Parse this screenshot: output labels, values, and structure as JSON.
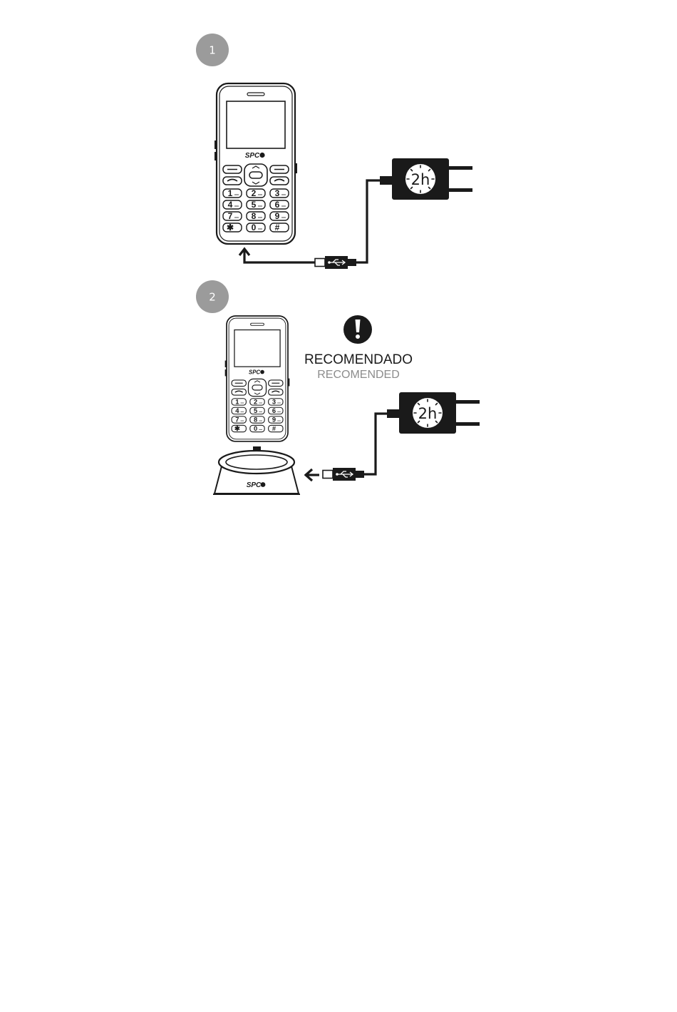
{
  "steps": [
    {
      "number": "1"
    },
    {
      "number": "2"
    }
  ],
  "phone": {
    "brand": "SPC",
    "keys": [
      "1",
      "2",
      "3",
      "4",
      "5",
      "6",
      "7",
      "8",
      "9",
      "✱",
      "0",
      "#"
    ]
  },
  "charger": {
    "duration": "2h"
  },
  "cradle": {
    "brand": "SPC"
  },
  "notice": {
    "icon": "exclamation-icon",
    "label_primary": "RECOMENDADO",
    "label_secondary": "RECOMENDED"
  },
  "colors": {
    "ink": "#1a1a1a",
    "badge": "#9b9b9b",
    "muted_text": "#8c8c8c"
  }
}
